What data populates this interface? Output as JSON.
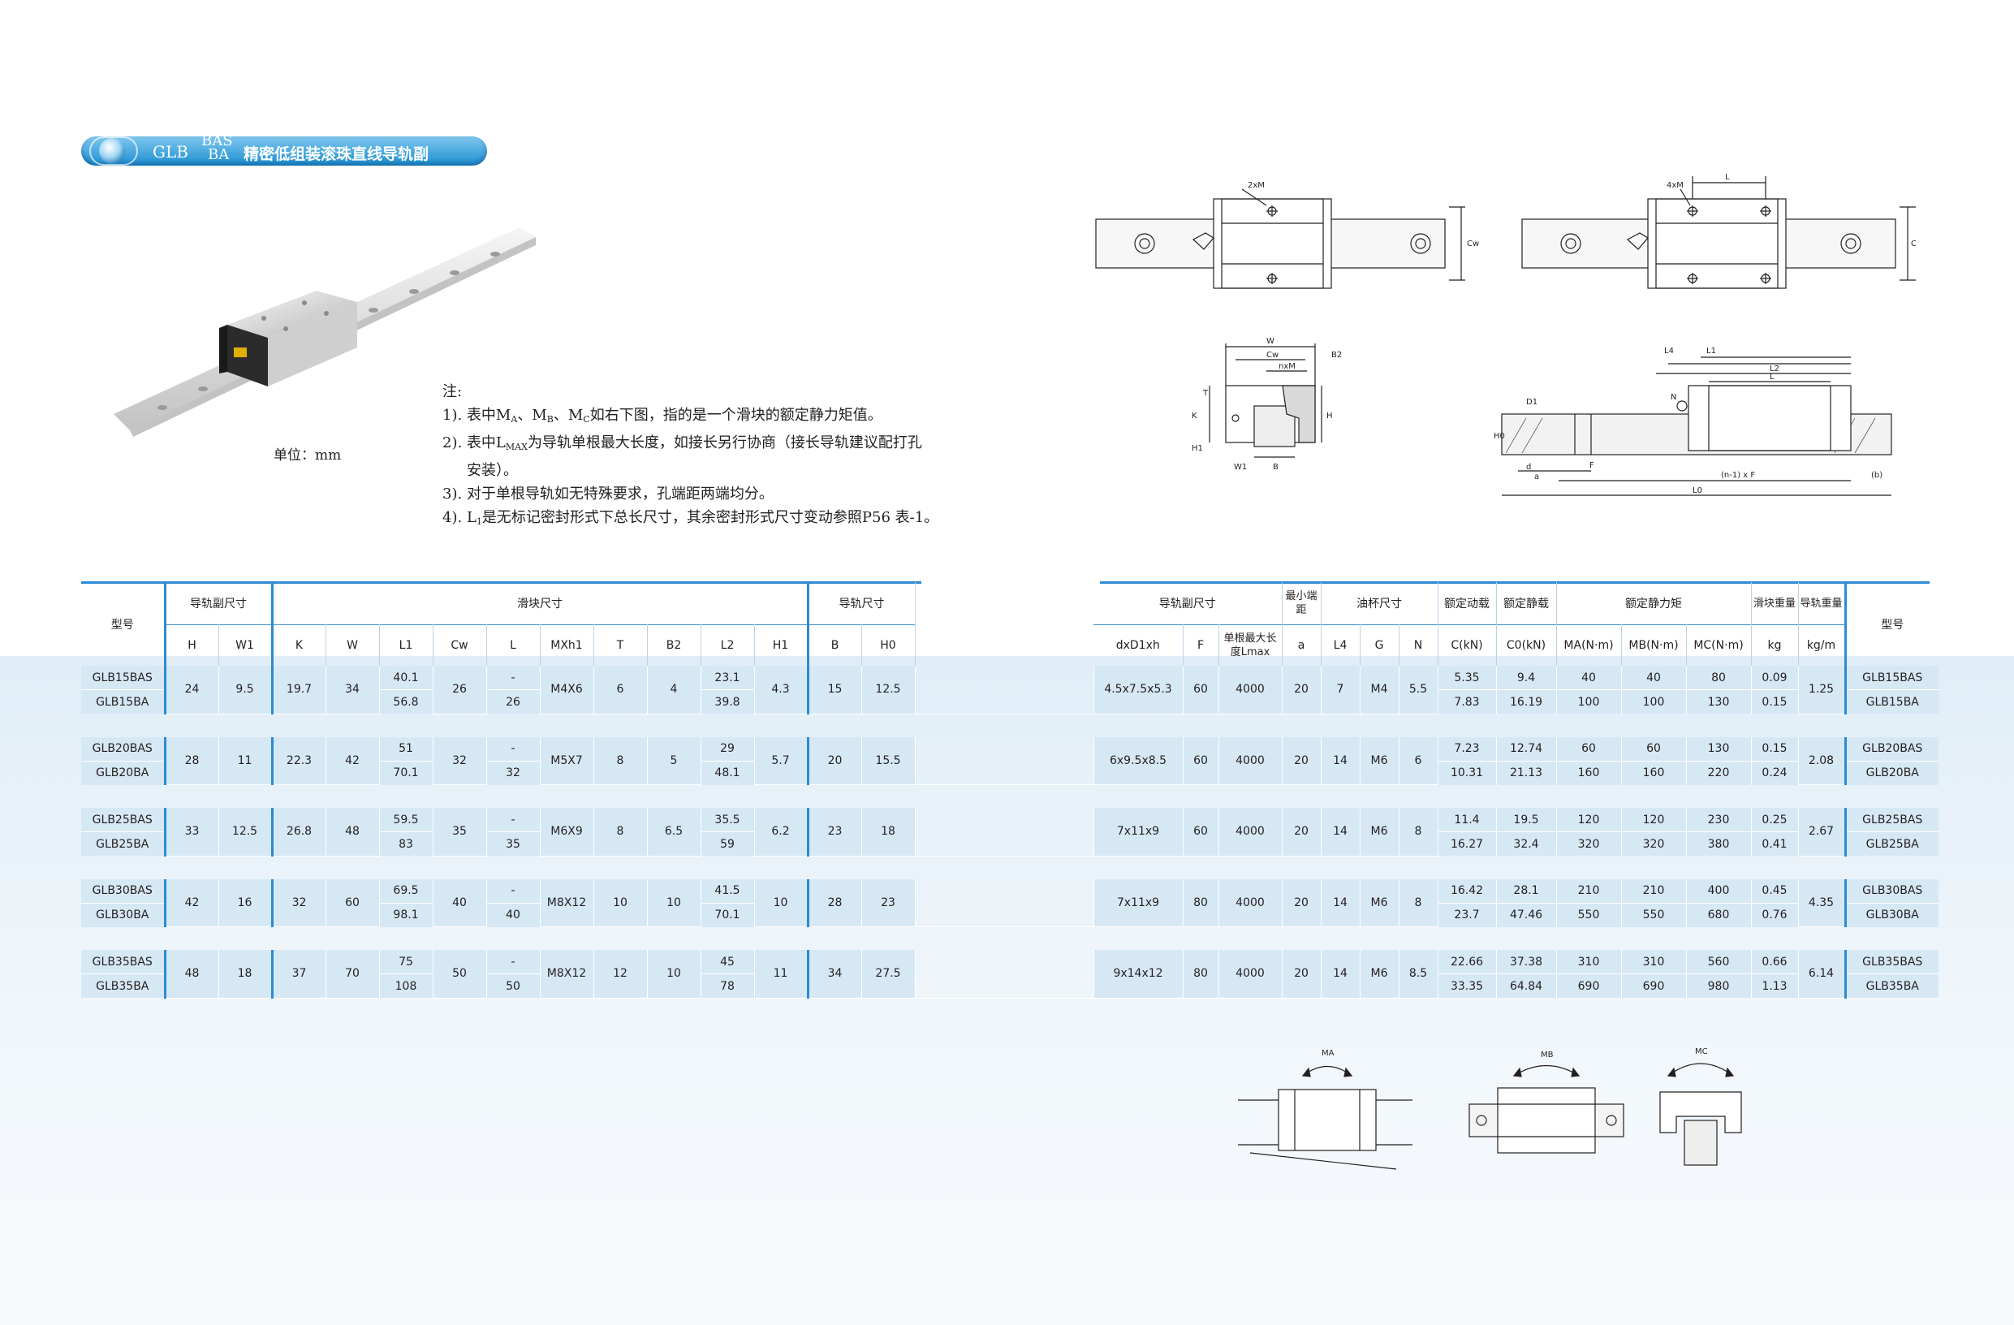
{
  "header": {
    "prefix": "GLB",
    "variant_top": "BAS",
    "variant_bottom": "BA",
    "title": "精密低组装滚珠直线导轨副"
  },
  "unit_label": "单位：mm",
  "notes": {
    "heading": "注:",
    "items": [
      {
        "n": "1).",
        "pre": "表中M",
        "s1": "A",
        "m1": "、M",
        "s2": "B",
        "m2": "、M",
        "s3": "C",
        "post": "如右下图，指的是一个滑块的额定静力矩值。"
      },
      {
        "n": "2).",
        "pre": "表中L",
        "s1": "MAX",
        "post": "为导轨单根最大长度，如接长另行协商（接长导轨建议配打孔",
        "cont": "安装）。"
      },
      {
        "n": "3).",
        "text": "对于单根导轨如无特殊要求，孔端距两端均分。"
      },
      {
        "n": "4).",
        "pre": "L",
        "s1": "1",
        "post": "是无标记密封形式下总长尺寸，其余密封形式尺寸变动参照P56 表-1。"
      }
    ]
  },
  "drawing_labels": {
    "top_left_holes": "2xM",
    "top_right_holes": "4xM",
    "top_right_L": "L",
    "cw": "Cw",
    "W": "W",
    "Cw": "Cw",
    "nxM": "nxM",
    "B2": "B2",
    "T": "T",
    "K": "K",
    "H": "H",
    "H1": "H1",
    "W1": "W1",
    "B": "B",
    "L4": "L4",
    "L1": "L1",
    "L2": "L2",
    "Lsmall": "L",
    "D1": "D1",
    "N": "N",
    "H0": "H0",
    "d": "d",
    "a": "a",
    "F": "F",
    "nF": "(n-1) x F",
    "b": "(b)",
    "L0": "L0",
    "MA": "MA",
    "MB": "MB",
    "MC": "MC"
  },
  "table": {
    "group_headers": {
      "model": "型号",
      "assembly": "导轨副尺寸",
      "block": "滑块尺寸",
      "rail": "导轨尺寸",
      "rail_assembly": "导轨副尺寸",
      "min_end": "最小端距",
      "oil": "油杯尺寸",
      "dyn_load": "额定动载",
      "static_load": "额定静载",
      "static_moment": "额定静力矩",
      "block_weight": "滑块重量",
      "rail_weight": "导轨重量",
      "model_right": "型号"
    },
    "columns": {
      "H": "H",
      "W1": "W1",
      "K": "K",
      "W": "W",
      "L1": "L1",
      "Cw": "Cw",
      "L": "L",
      "MXh1": "MXh1",
      "T": "T",
      "B2": "B2",
      "L2": "L2",
      "H1": "H1",
      "B": "B",
      "H0": "H0",
      "dxD1xh": "dxD1xh",
      "F": "F",
      "Lmax": "单根最大长度Lmax",
      "a": "a",
      "L4": "L4",
      "G": "G",
      "N": "N",
      "C": "C(kN)",
      "C0": "C0(kN)",
      "MA": "MA(N·m)",
      "MB": "MB(N·m)",
      "MC": "MC(N·m)",
      "kg": "kg",
      "kgm": "kg/m"
    },
    "groups": [
      {
        "models": [
          "GLB15BAS",
          "GLB15BA"
        ],
        "H": "24",
        "W1": "9.5",
        "K": "19.7",
        "W": "34",
        "L1": [
          "40.1",
          "56.8"
        ],
        "Cw": "26",
        "L": [
          "-",
          "26"
        ],
        "MXh1": "M4X6",
        "T": "6",
        "B2": "4",
        "L2": [
          "23.1",
          "39.8"
        ],
        "H1": "4.3",
        "B": "15",
        "H0": "12.5",
        "dxD1xh": "4.5x7.5x5.3",
        "F": "60",
        "Lmax": "4000",
        "a": "20",
        "L4": "7",
        "G": "M4",
        "N": "5.5",
        "C": [
          "5.35",
          "7.83"
        ],
        "C0": [
          "9.4",
          "16.19"
        ],
        "MA": [
          "40",
          "100"
        ],
        "MB": [
          "40",
          "100"
        ],
        "MC": [
          "80",
          "130"
        ],
        "kg": [
          "0.09",
          "0.15"
        ],
        "kgm": "1.25"
      },
      {
        "models": [
          "GLB20BAS",
          "GLB20BA"
        ],
        "H": "28",
        "W1": "11",
        "K": "22.3",
        "W": "42",
        "L1": [
          "51",
          "70.1"
        ],
        "Cw": "32",
        "L": [
          "-",
          "32"
        ],
        "MXh1": "M5X7",
        "T": "8",
        "B2": "5",
        "L2": [
          "29",
          "48.1"
        ],
        "H1": "5.7",
        "B": "20",
        "H0": "15.5",
        "dxD1xh": "6x9.5x8.5",
        "F": "60",
        "Lmax": "4000",
        "a": "20",
        "L4": "14",
        "G": "M6",
        "N": "6",
        "C": [
          "7.23",
          "10.31"
        ],
        "C0": [
          "12.74",
          "21.13"
        ],
        "MA": [
          "60",
          "160"
        ],
        "MB": [
          "60",
          "160"
        ],
        "MC": [
          "130",
          "220"
        ],
        "kg": [
          "0.15",
          "0.24"
        ],
        "kgm": "2.08"
      },
      {
        "models": [
          "GLB25BAS",
          "GLB25BA"
        ],
        "H": "33",
        "W1": "12.5",
        "K": "26.8",
        "W": "48",
        "L1": [
          "59.5",
          "83"
        ],
        "Cw": "35",
        "L": [
          "-",
          "35"
        ],
        "MXh1": "M6X9",
        "T": "8",
        "B2": "6.5",
        "L2": [
          "35.5",
          "59"
        ],
        "H1": "6.2",
        "B": "23",
        "H0": "18",
        "dxD1xh": "7x11x9",
        "F": "60",
        "Lmax": "4000",
        "a": "20",
        "L4": "14",
        "G": "M6",
        "N": "8",
        "C": [
          "11.4",
          "16.27"
        ],
        "C0": [
          "19.5",
          "32.4"
        ],
        "MA": [
          "120",
          "320"
        ],
        "MB": [
          "120",
          "320"
        ],
        "MC": [
          "230",
          "380"
        ],
        "kg": [
          "0.25",
          "0.41"
        ],
        "kgm": "2.67"
      },
      {
        "models": [
          "GLB30BAS",
          "GLB30BA"
        ],
        "H": "42",
        "W1": "16",
        "K": "32",
        "W": "60",
        "L1": [
          "69.5",
          "98.1"
        ],
        "Cw": "40",
        "L": [
          "-",
          "40"
        ],
        "MXh1": "M8X12",
        "T": "10",
        "B2": "10",
        "L2": [
          "41.5",
          "70.1"
        ],
        "H1": "10",
        "B": "28",
        "H0": "23",
        "dxD1xh": "7x11x9",
        "F": "80",
        "Lmax": "4000",
        "a": "20",
        "L4": "14",
        "G": "M6",
        "N": "8",
        "C": [
          "16.42",
          "23.7"
        ],
        "C0": [
          "28.1",
          "47.46"
        ],
        "MA": [
          "210",
          "550"
        ],
        "MB": [
          "210",
          "550"
        ],
        "MC": [
          "400",
          "680"
        ],
        "kg": [
          "0.45",
          "0.76"
        ],
        "kgm": "4.35"
      },
      {
        "models": [
          "GLB35BAS",
          "GLB35BA"
        ],
        "H": "48",
        "W1": "18",
        "K": "37",
        "W": "70",
        "L1": [
          "75",
          "108"
        ],
        "Cw": "50",
        "L": [
          "-",
          "50"
        ],
        "MXh1": "M8X12",
        "T": "12",
        "B2": "10",
        "L2": [
          "45",
          "78"
        ],
        "H1": "11",
        "B": "34",
        "H0": "27.5",
        "dxD1xh": "9x14x12",
        "F": "80",
        "Lmax": "4000",
        "a": "20",
        "L4": "14",
        "G": "M6",
        "N": "8.5",
        "C": [
          "22.66",
          "33.35"
        ],
        "C0": [
          "37.38",
          "64.84"
        ],
        "MA": [
          "310",
          "690"
        ],
        "MB": [
          "310",
          "690"
        ],
        "MC": [
          "560",
          "980"
        ],
        "kg": [
          "0.66",
          "1.13"
        ],
        "kgm": "6.14"
      }
    ]
  }
}
